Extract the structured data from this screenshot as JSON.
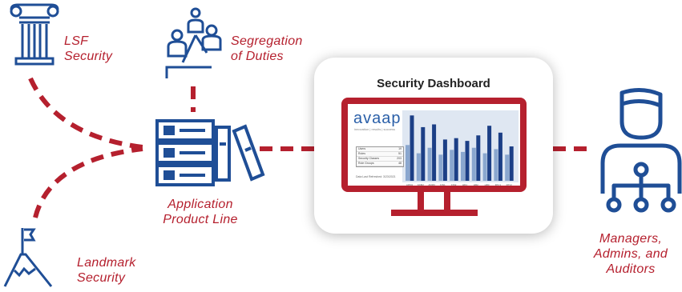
{
  "labels": {
    "lsf": [
      "LSF",
      "Security"
    ],
    "sod": [
      "Segregation",
      "of Duties"
    ],
    "landmark": [
      "Landmark",
      "Security"
    ],
    "apl": [
      "Application",
      "Product Line"
    ],
    "users": [
      "Managers,",
      "Admins, and",
      "Auditors"
    ]
  },
  "dashboard": {
    "title": "Security Dashboard",
    "brand": "avaap",
    "brand_sub": "innovation | results | success",
    "table": [
      [
        "Users",
        "19"
      ],
      [
        "Roles",
        "51"
      ],
      [
        "Security Classes",
        "203"
      ],
      [
        "Role Groups",
        "48"
      ]
    ],
    "footnote": "Data Last Refreshed: 3/23/2021",
    "chart_bars": [
      [
        0.52,
        0.95
      ],
      [
        0.4,
        0.78
      ],
      [
        0.48,
        0.82
      ],
      [
        0.38,
        0.6
      ],
      [
        0.45,
        0.62
      ],
      [
        0.42,
        0.58
      ],
      [
        0.48,
        0.66
      ],
      [
        0.4,
        0.8
      ],
      [
        0.46,
        0.7
      ],
      [
        0.38,
        0.5
      ]
    ],
    "chart_xlabels": [
      "ADM1",
      "ADM2",
      "ADM3",
      "FIN1",
      "FIN2",
      "HR1",
      "HR2",
      "HR3",
      "PAY1",
      "PAY2"
    ]
  },
  "colors": {
    "accent": "#b5202e",
    "icon_blue": "#1f4e96",
    "bar_dark": "#1c3f86",
    "bar_light": "#8aa7cf"
  }
}
